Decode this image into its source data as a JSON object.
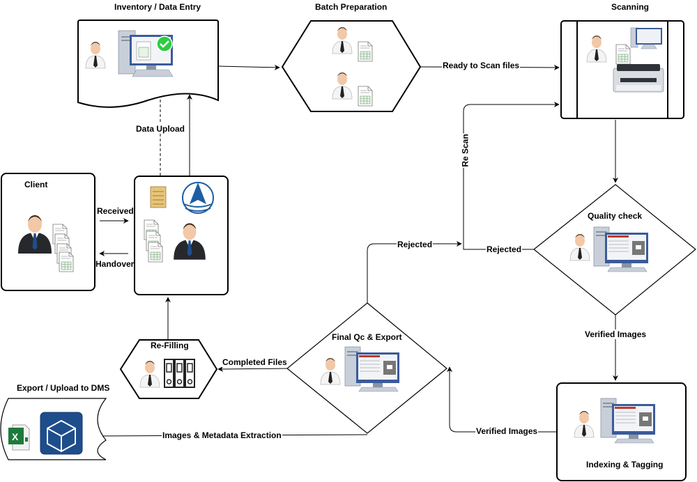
{
  "nodes": {
    "inventory": "Inventory / Data Entry",
    "batch": "Batch Preparation",
    "scanning": "Scanning",
    "client": "Client",
    "quality": "Quality check",
    "final_qc": "Final Qc & Export",
    "refilling": "Re-Filling",
    "export": "Export / Upload to DMS",
    "indexing": "Indexing & Tagging"
  },
  "edges": {
    "data_upload": "Data Upload",
    "ready_to_scan": "Ready to Scan files",
    "rescan": "Re Scan",
    "rejected_left": "Rejected",
    "rejected_right": "Rejected",
    "received": "Received",
    "handover": "Handover",
    "verified_down": "Verified Images",
    "verified_left": "Verified Images",
    "completed_files": "Completed Files",
    "images_metadata": "Images & Metadata Extraction"
  },
  "icons": [
    "person-icon",
    "computer-icon",
    "checkmark-icon",
    "document-icon",
    "scanner-icon",
    "monitor-icon",
    "binder-icon",
    "excel-icon",
    "cube-icon",
    "logo-icon"
  ],
  "colors": {
    "line": "#000000",
    "checkmark": "#2ecc40",
    "monitor_blue": "#3b5b9a",
    "cube_blue": "#1e4d8c",
    "excel_green": "#1d7a3a"
  }
}
